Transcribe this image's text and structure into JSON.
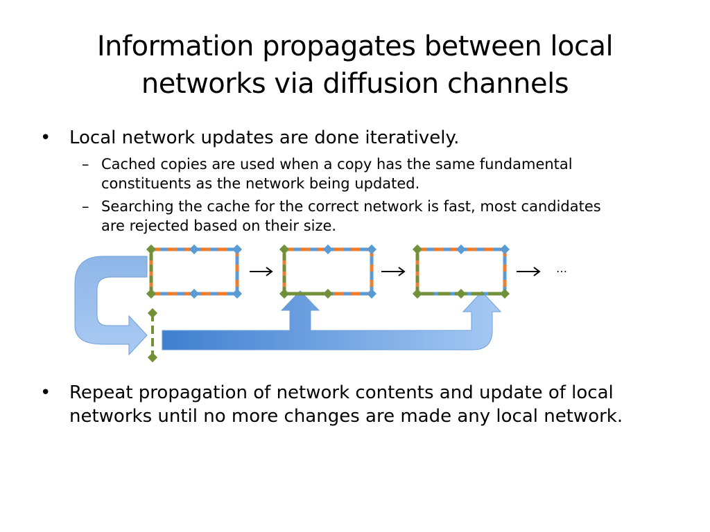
{
  "slide": {
    "title_line1": "Information propagates between local",
    "title_line2": "networks via diffusion channels",
    "bullet_char": "•",
    "dash_char": "–",
    "bullet1": "Local network updates are done iteratively.",
    "sub1_line1": "Cached copies are used when a copy has the same fundamental",
    "sub1_line2": "constituents as the network being updated.",
    "sub2_line1": "Searching the cache for the correct network is fast, most candidates",
    "sub2_line2": "are rejected based on their size.",
    "bullet2_line1": "Repeat propagation of network contents and update of local",
    "bullet2_line2": "networks until no more changes are made any local network."
  },
  "diagram": {
    "ellipsis": "…",
    "colors": {
      "blue": "#5b9bd5",
      "orange": "#ed7d31",
      "green": "#70913a",
      "arrow_light": "#9dc3f0",
      "arrow_dark": "#3f7fcf",
      "arrow_stroke": "#5b8fd0"
    }
  }
}
